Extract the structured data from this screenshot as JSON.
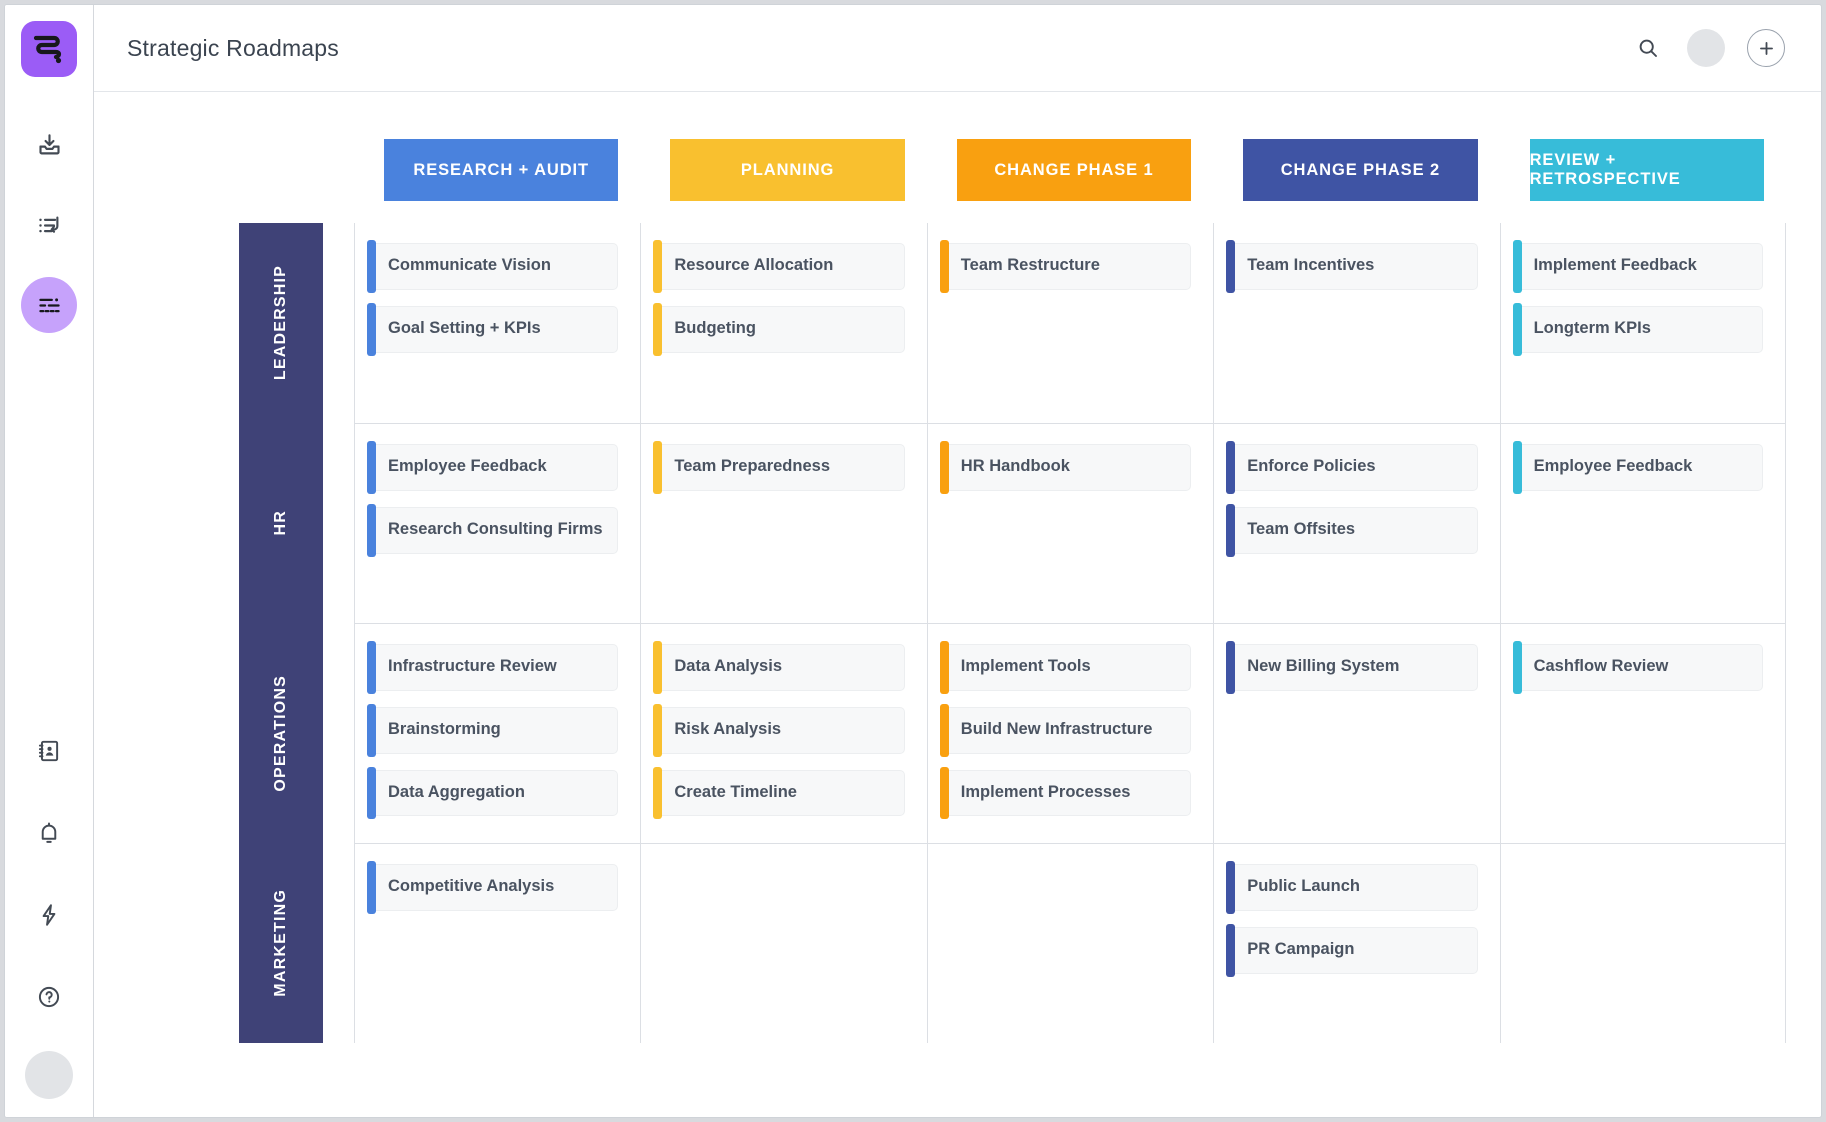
{
  "app": {
    "title": "Strategic Roadmaps"
  },
  "sidebar": {
    "logo": {
      "name": "app-logo",
      "color": "#9b5cf6"
    },
    "items": [
      {
        "id": "inbox",
        "icon": "inbox-download-icon",
        "active": false
      },
      {
        "id": "tasks",
        "icon": "task-list-icon",
        "active": false
      },
      {
        "id": "roadmaps",
        "icon": "roadmap-icon",
        "active": true
      }
    ],
    "bottom_items": [
      {
        "id": "contacts",
        "icon": "address-book-icon"
      },
      {
        "id": "notifications",
        "icon": "bell-icon"
      },
      {
        "id": "automations",
        "icon": "lightning-bolt-icon"
      },
      {
        "id": "help",
        "icon": "question-circle-icon"
      }
    ],
    "avatar": {
      "name": "user-avatar"
    }
  },
  "topbar": {
    "search_icon": "search-icon",
    "avatar": "user-avatar",
    "add_icon": "plus-icon",
    "add_label": "+"
  },
  "colors": {
    "research": "#4a82dd",
    "planning": "#f9c02f",
    "change1": "#f9a010",
    "change2": "#3f54a4",
    "review": "#37bcd9",
    "rowlabel": "#3f4277",
    "card_bg": "#f7f8f9",
    "card_text": "#4a5361",
    "grid_line": "#dcdfe4"
  },
  "columns": [
    {
      "id": "research",
      "label": "RESEARCH + AUDIT",
      "color": "#4a82dd"
    },
    {
      "id": "planning",
      "label": "PLANNING",
      "color": "#f9c02f"
    },
    {
      "id": "change1",
      "label": "CHANGE PHASE 1",
      "color": "#f9a010"
    },
    {
      "id": "change2",
      "label": "CHANGE PHASE 2",
      "color": "#3f54a4"
    },
    {
      "id": "review",
      "label": "REVIEW + RETROSPECTIVE",
      "color": "#37bcd9"
    }
  ],
  "rows": [
    {
      "id": "leadership",
      "label": "LEADERSHIP",
      "cells": [
        {
          "column": "research",
          "cards": [
            {
              "text": "Communicate Vision"
            },
            {
              "text": "Goal Setting + KPIs"
            }
          ]
        },
        {
          "column": "planning",
          "cards": [
            {
              "text": "Resource Allocation"
            },
            {
              "text": "Budgeting"
            }
          ]
        },
        {
          "column": "change1",
          "cards": [
            {
              "text": "Team Restructure"
            }
          ]
        },
        {
          "column": "change2",
          "cards": [
            {
              "text": "Team Incentives"
            }
          ]
        },
        {
          "column": "review",
          "cards": [
            {
              "text": "Implement Feedback"
            },
            {
              "text": "Longterm KPIs"
            }
          ]
        }
      ]
    },
    {
      "id": "hr",
      "label": "HR",
      "cells": [
        {
          "column": "research",
          "cards": [
            {
              "text": "Employee Feedback"
            },
            {
              "text": "Research Consulting Firms"
            }
          ]
        },
        {
          "column": "planning",
          "cards": [
            {
              "text": "Team Preparedness"
            }
          ]
        },
        {
          "column": "change1",
          "cards": [
            {
              "text": "HR Handbook"
            }
          ]
        },
        {
          "column": "change2",
          "cards": [
            {
              "text": "Enforce Policies"
            },
            {
              "text": "Team Offsites"
            }
          ]
        },
        {
          "column": "review",
          "cards": [
            {
              "text": "Employee Feedback"
            }
          ]
        }
      ]
    },
    {
      "id": "operations",
      "label": "OPERATIONS",
      "cells": [
        {
          "column": "research",
          "cards": [
            {
              "text": "Infrastructure Review"
            },
            {
              "text": "Brainstorming"
            },
            {
              "text": "Data Aggregation"
            }
          ]
        },
        {
          "column": "planning",
          "cards": [
            {
              "text": "Data Analysis"
            },
            {
              "text": "Risk Analysis"
            },
            {
              "text": "Create Timeline"
            }
          ]
        },
        {
          "column": "change1",
          "cards": [
            {
              "text": "Implement Tools"
            },
            {
              "text": "Build New Infrastructure"
            },
            {
              "text": "Implement Processes"
            }
          ]
        },
        {
          "column": "change2",
          "cards": [
            {
              "text": "New Billing System"
            }
          ]
        },
        {
          "column": "review",
          "cards": [
            {
              "text": "Cashflow Review"
            }
          ]
        }
      ]
    },
    {
      "id": "marketing",
      "label": "MARKETING",
      "cells": [
        {
          "column": "research",
          "cards": [
            {
              "text": "Competitive Analysis"
            }
          ]
        },
        {
          "column": "planning",
          "cards": []
        },
        {
          "column": "change1",
          "cards": []
        },
        {
          "column": "change2",
          "cards": [
            {
              "text": "Public Launch"
            },
            {
              "text": "PR Campaign"
            }
          ]
        },
        {
          "column": "review",
          "cards": []
        }
      ]
    }
  ]
}
